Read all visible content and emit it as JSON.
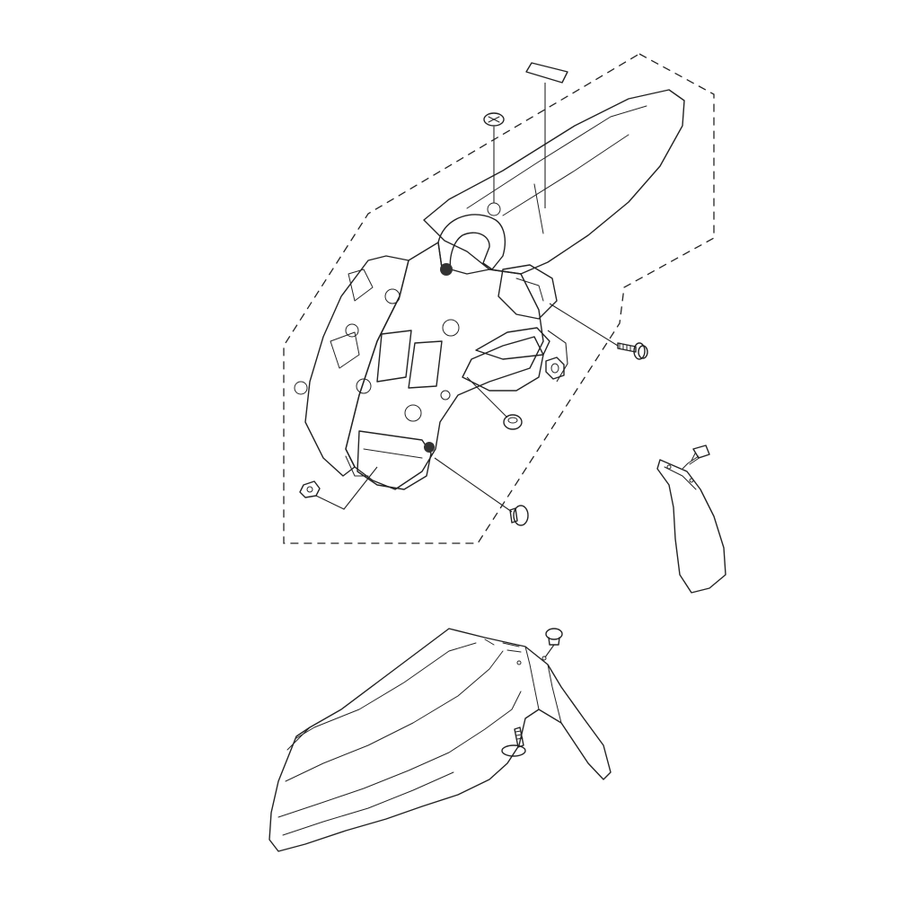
{
  "diagram": {
    "colors": {
      "background": "#ffffff",
      "stroke": "#222222",
      "part_fill": "#8a8a8a",
      "part_dark": "#5a5a5a",
      "part_light": "#c8c8c8",
      "highlight": "#e8e8e8"
    },
    "parts": [
      {
        "id": "rear-fender-assembly",
        "icon": "rear-fender-icon"
      },
      {
        "id": "reflector-plate",
        "icon": "reflector-icon"
      },
      {
        "id": "rivet-top",
        "icon": "rivet-icon"
      },
      {
        "id": "flange-bolt-right",
        "icon": "bolt-icon"
      },
      {
        "id": "nut-right",
        "icon": "nut-icon"
      },
      {
        "id": "grommet-center",
        "icon": "grommet-icon"
      },
      {
        "id": "nut-left",
        "icon": "nut-icon"
      },
      {
        "id": "bolt-bottom",
        "icon": "bolt-icon"
      },
      {
        "id": "mud-flap",
        "icon": "mud-flap-icon"
      },
      {
        "id": "screw-mud-flap",
        "icon": "screw-icon"
      },
      {
        "id": "front-fender",
        "icon": "front-fender-icon"
      },
      {
        "id": "collar-front-fender",
        "icon": "collar-icon"
      },
      {
        "id": "bolt-front-fender",
        "icon": "bolt-icon"
      }
    ]
  }
}
